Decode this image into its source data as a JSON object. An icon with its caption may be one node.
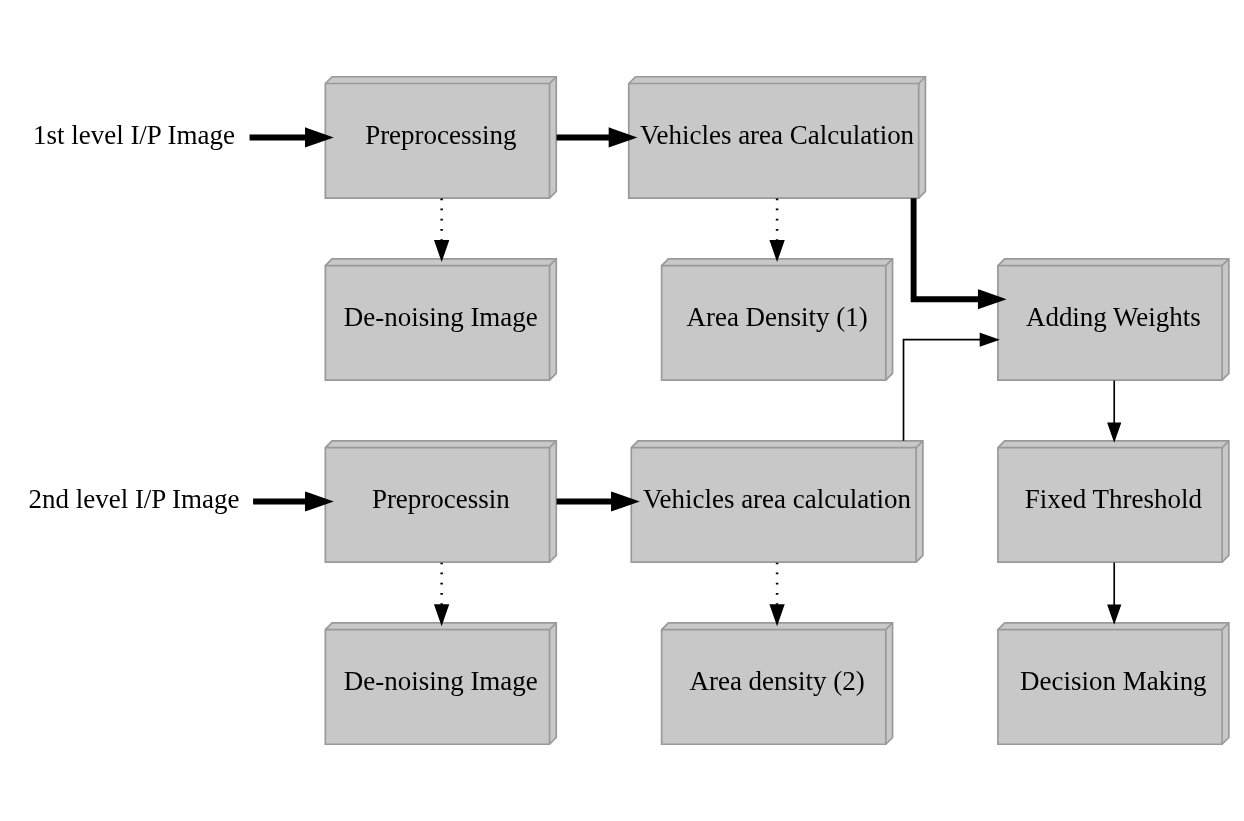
{
  "diagram": {
    "nodes": [
      {
        "text": [
          "1st level I/P Image"
        ]
      },
      {
        "text": [
          "Preprocessing"
        ]
      },
      {
        "text": [
          "Vehicles area Calculation"
        ]
      },
      {
        "text": [
          "Adding Weights"
        ]
      },
      {
        "text": [
          "De-noising Image"
        ]
      },
      {
        "text": [
          "Area Density (1)"
        ]
      },
      {
        "text": [
          "Fixed Threshold"
        ]
      },
      {
        "text": [
          "2nd level I/P Image"
        ]
      },
      {
        "text": [
          "Preprocessin"
        ]
      },
      {
        "text": [
          "Vehicles area calculation"
        ]
      },
      {
        "text": [
          "De-noising Image"
        ]
      },
      {
        "text": [
          "Area density (2)"
        ]
      },
      {
        "text": [
          "Decision Making"
        ]
      }
    ],
    "edges": [
      {
        "from": 0,
        "to": 1,
        "arrow": "to",
        "style": "thick"
      },
      {
        "from": 1,
        "to": 2,
        "arrow": "to",
        "style": "thick"
      },
      {
        "from": 2,
        "to": 3,
        "arrow": "to",
        "style": "thick"
      },
      {
        "from": 1,
        "to": 4,
        "arrow": "to",
        "style": "dashed"
      },
      {
        "from": 2,
        "to": 5,
        "arrow": "to",
        "style": "dashed"
      },
      {
        "from": 9,
        "to": 3,
        "arrow": "to"
      },
      {
        "from": 3,
        "to": 6,
        "arrow": "to"
      },
      {
        "from": 6,
        "to": 12,
        "arrow": "to"
      },
      {
        "from": 7,
        "to": 8,
        "arrow": "to",
        "style": "thick"
      },
      {
        "from": 8,
        "to": 9,
        "arrow": "to",
        "style": "thick"
      },
      {
        "from": 8,
        "to": 10,
        "arrow": "to",
        "style": "dashed"
      },
      {
        "from": 9,
        "to": 11,
        "arrow": "to",
        "style": "dashed"
      }
    ]
  }
}
